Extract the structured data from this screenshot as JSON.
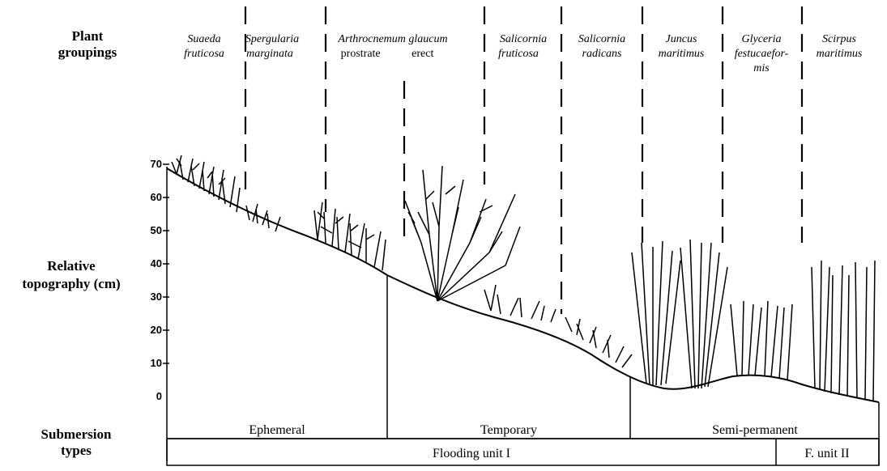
{
  "labels": {
    "plant_groupings": [
      "Plant",
      "groupings"
    ],
    "relative_topography": [
      "Relative",
      "topography (cm)"
    ],
    "submersion_types": [
      "Submersion",
      "types"
    ]
  },
  "groups": [
    {
      "lines": [
        "Suaeda",
        "fruticosa"
      ],
      "italic": [
        true,
        true
      ]
    },
    {
      "lines": [
        "Spergularia",
        "marginata"
      ],
      "italic": [
        true,
        true
      ]
    },
    {
      "lines": [
        "Arthrocnemum glaucum",
        "prostrate           erect"
      ],
      "italic": [
        true,
        false
      ]
    },
    {
      "lines": [
        "Salicornia",
        "fruticosa"
      ],
      "italic": [
        true,
        true
      ]
    },
    {
      "lines": [
        "Salicornia",
        "radicans"
      ],
      "italic": [
        true,
        true
      ]
    },
    {
      "lines": [
        "Juncus",
        "maritimus"
      ],
      "italic": [
        true,
        true
      ]
    },
    {
      "lines": [
        "Glyceria",
        "festucaefor-",
        "mis"
      ],
      "italic": [
        true,
        true,
        true
      ]
    },
    {
      "lines": [
        "Scirpus",
        "maritimus"
      ],
      "italic": [
        true,
        true
      ]
    }
  ],
  "y_ticks": [
    "70",
    "60",
    "50",
    "40",
    "30",
    "20",
    "10",
    "0"
  ],
  "submersion": [
    "Ephemeral",
    "Temporary",
    "Semi-permanent"
  ],
  "flooding": [
    "Flooding unit I",
    "F. unit II"
  ]
}
